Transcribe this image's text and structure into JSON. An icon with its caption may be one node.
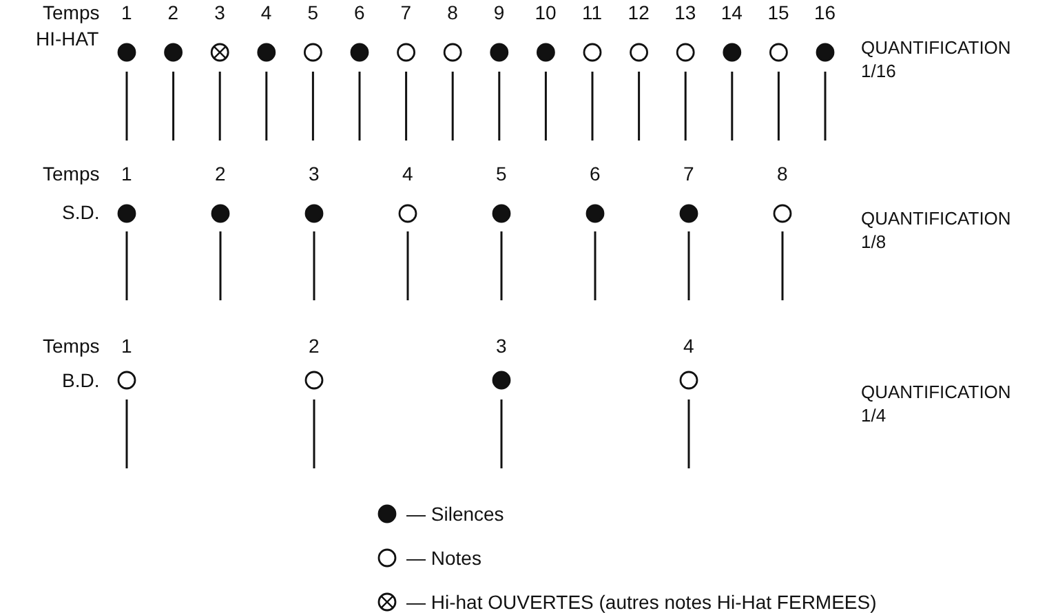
{
  "diagram": {
    "labels": [
      "Temps",
      "1",
      "2",
      "3",
      "4",
      "5",
      "6",
      "7",
      "8",
      "9",
      "10",
      "11",
      "12",
      "13",
      "14",
      "15",
      "16",
      "HI-HAT",
      "QUANTIFICATION 1/16",
      "Temps",
      "1",
      "2",
      "3",
      "4",
      "5",
      "6",
      "7",
      "8",
      "S.D.",
      "QUANTIFICATION 1/8",
      "Temps",
      "1",
      "2",
      "3",
      "4",
      "B.D.",
      "QUANTIFICATION 1/4"
    ],
    "legend": [
      {
        "text": "— Silences"
      },
      {
        "text": "— Notes"
      },
      {
        "text": "— Hi-hat OUVERTES (autres notes Hi-Hat FERMEES)"
      }
    ]
  }
}
